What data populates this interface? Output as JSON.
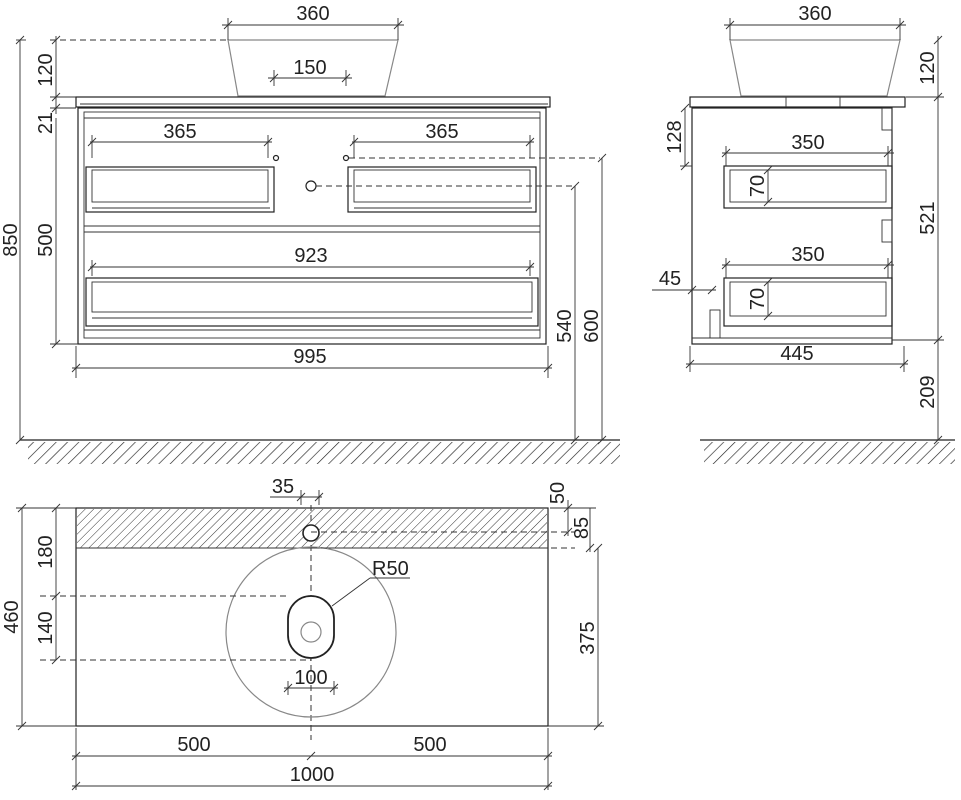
{
  "front_view": {
    "sink_width": "360",
    "sink_height": "120",
    "drain_spacing": "150",
    "top_thickness": "21",
    "drawer_upper_left_width": "365",
    "drawer_upper_right_width": "365",
    "drawer_lower_width": "923",
    "body_height": "500",
    "overall_height": "850",
    "cabinet_width": "995",
    "pipe_height_540": "540",
    "pipe_height_600": "600"
  },
  "side_view": {
    "sink_width": "360",
    "sink_height": "120",
    "upper_offset": "128",
    "drawer_upper_depth": "350",
    "drawer_upper_height": "70",
    "drawer_lower_depth": "350",
    "drawer_lower_height": "70",
    "back_gap": "45",
    "cabinet_depth": "445",
    "body_height": "521",
    "floor_clearance": "209"
  },
  "top_view": {
    "hole_offset": "35",
    "hole_from_back": "50",
    "hatch_depth_right": "85",
    "hatch_depth_left": "180",
    "drain_offset": "140",
    "total_depth": "460",
    "radius_label": "R50",
    "drain_width": "100",
    "sink_center_depth": "375",
    "half_width_left": "500",
    "half_width_right": "500",
    "total_width": "1000"
  }
}
